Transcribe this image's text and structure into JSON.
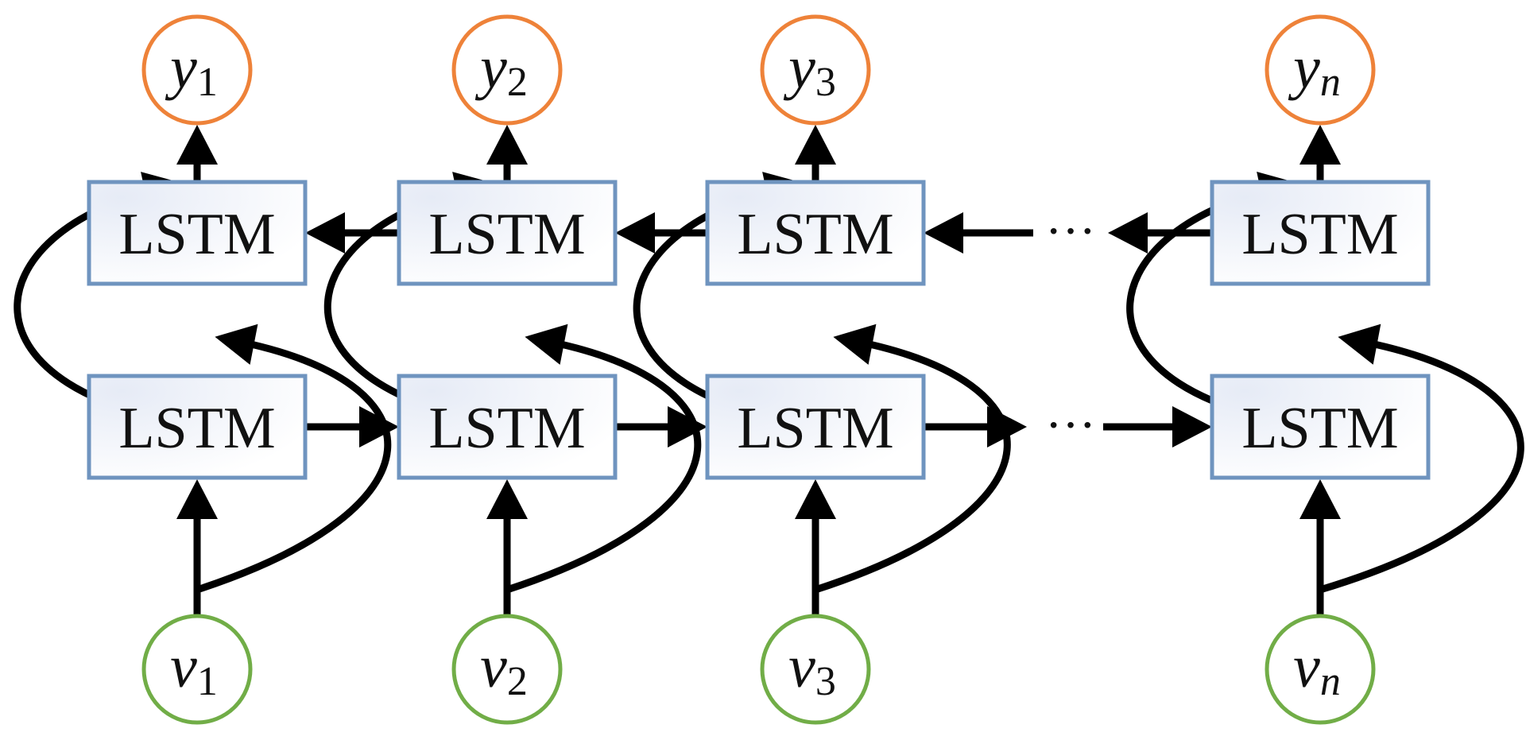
{
  "box_label": "LSTM",
  "ellipsis": "···",
  "colors": {
    "output_node": "#ee8239",
    "input_node": "#71ad47",
    "box_border": "#6f94bf",
    "arrow": "#000000"
  },
  "columns": [
    {
      "output": {
        "letter": "y",
        "sub": "1"
      },
      "input": {
        "letter": "v",
        "sub": "1"
      }
    },
    {
      "output": {
        "letter": "y",
        "sub": "2"
      },
      "input": {
        "letter": "v",
        "sub": "2"
      }
    },
    {
      "output": {
        "letter": "y",
        "sub": "3"
      },
      "input": {
        "letter": "v",
        "sub": "3"
      }
    },
    {
      "output": {
        "letter": "y",
        "sub": "n"
      },
      "input": {
        "letter": "v",
        "sub": "n"
      }
    }
  ]
}
